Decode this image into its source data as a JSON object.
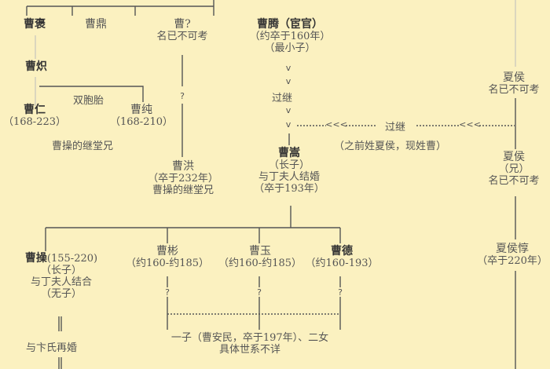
{
  "diagram": {
    "title": "",
    "gen1": [
      {
        "name": "曹褒",
        "notes": []
      },
      {
        "name": "曹鼎",
        "notes": []
      },
      {
        "name": "曹?",
        "notes": [
          "名已不可考"
        ]
      },
      {
        "name": "曹腾（宦官）",
        "notes": [
          "（约卒于160年）",
          "（最小子）"
        ]
      }
    ],
    "caozhi": {
      "name": "曹炽"
    },
    "twins_label": "双胞胎",
    "caoren": {
      "name": "曹仁",
      "years": "（168-223）"
    },
    "caochun": {
      "name": "曹纯",
      "years": "（168-210）"
    },
    "cousins_note": "曹操的继堂兄",
    "caohong": {
      "name": "曹洪",
      "notes": [
        "（卒于232年）",
        "曹操的继堂兄"
      ]
    },
    "unknown_mark": "?",
    "adoption": {
      "label_1": "过继",
      "label_2": "过继",
      "note": "（之前姓夏侯，现姓曹）",
      "arrows": "<<<",
      "down_arrow": "v"
    },
    "caosong": {
      "name": "曹嵩",
      "notes": [
        "（长子）",
        "与丁夫人结婚",
        "（卒于193年）"
      ]
    },
    "xiahou_column": [
      {
        "name": "夏侯",
        "notes": [
          "名已不可考"
        ]
      },
      {
        "name": "夏侯",
        "notes": [
          "（兄）",
          "名已不可考"
        ]
      },
      {
        "name": "夏侯惇",
        "notes": [
          "（卒于220年）"
        ]
      }
    ],
    "gen3": [
      {
        "name": "曹操",
        "years": "(155-220)",
        "notes": [
          "（长子）",
          "与丁夫人结合",
          "（无子）"
        ]
      },
      {
        "name": "曹彬",
        "years": "（约160-约185）",
        "notes": []
      },
      {
        "name": "曹玉",
        "years": "（约160-约185）",
        "notes": []
      },
      {
        "name": "曹德",
        "years": "（约160-193）",
        "notes": []
      }
    ],
    "remarriage": "与卞氏再婚",
    "descendants": [
      "一子（曹安民，卒于197年）、二女",
      "具体世系不详"
    ]
  }
}
